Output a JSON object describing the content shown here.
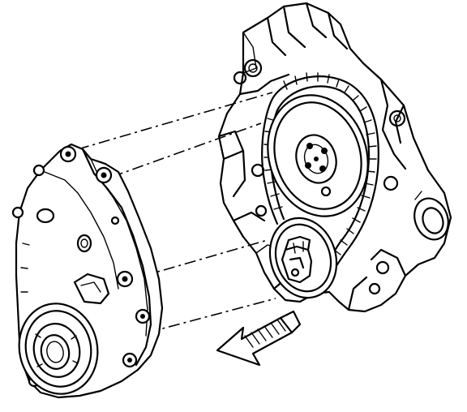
{
  "figure": {
    "parts": {
      "engine_block": "engine-block",
      "timing_cover": "timing-chain-cover",
      "camshaft_sprocket": "camshaft-sprocket",
      "crankshaft_sprocket": "crankshaft-sprocket",
      "timing_chain": "timing-chain",
      "crankshaft_seal": "front-crankshaft-seal",
      "direction_arrow": "installation-arrow"
    },
    "colors": {
      "line": "#000000",
      "background": "#ffffff"
    }
  }
}
